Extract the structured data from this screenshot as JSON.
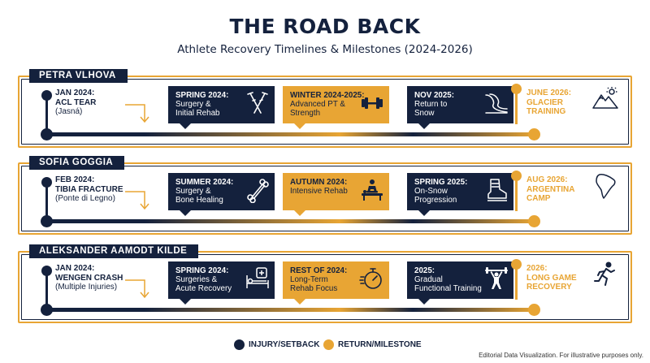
{
  "title": "THE ROAD BACK",
  "subtitle": "Athlete Recovery Timelines & Milestones (2024-2026)",
  "colors": {
    "navy": "#14213d",
    "gold": "#e8a534"
  },
  "athletes": [
    {
      "name": "PETRA VLHOVA",
      "event": {
        "line1": "JAN 2024:",
        "line2": "ACL TEAR",
        "line3": "(Jasná)"
      },
      "cards": [
        {
          "heading": "SPRING 2024:",
          "text1": "Surgery &",
          "text2": "Initial Rehab",
          "style": "navy",
          "icon": "crutches-icon"
        },
        {
          "heading": "WINTER 2024-2025:",
          "text1": "Advanced PT &",
          "text2": "Strength",
          "style": "gold",
          "icon": "dumbbell-icon"
        },
        {
          "heading": "NOV 2025:",
          "text1": "Return to",
          "text2": "Snow",
          "style": "navy",
          "icon": "ski-slope-icon"
        }
      ],
      "goal": {
        "line1": "JUNE 2026:",
        "line2": "GLACIER",
        "line3": "TRAINING",
        "icon": "mountain-sun-icon"
      }
    },
    {
      "name": "SOFIA GOGGIA",
      "event": {
        "line1": "FEB 2024:",
        "line2": "TIBIA FRACTURE",
        "line3": "(Ponte di Legno)"
      },
      "cards": [
        {
          "heading": "SUMMER 2024:",
          "text1": "Surgery &",
          "text2": "Bone Healing",
          "style": "navy",
          "icon": "bone-icon"
        },
        {
          "heading": "AUTUMN 2024:",
          "text1": "Intensive Rehab",
          "text2": "",
          "style": "gold",
          "icon": "physio-table-icon"
        },
        {
          "heading": "SPRING 2025:",
          "text1": "On-Snow",
          "text2": "Progression",
          "style": "navy",
          "icon": "ski-boot-icon"
        }
      ],
      "goal": {
        "line1": "AUG 2026:",
        "line2": "ARGENTINA",
        "line3": "CAMP",
        "icon": "south-america-map-icon"
      }
    },
    {
      "name": "ALEKSANDER AAMODT KILDE",
      "event": {
        "line1": "JAN 2024:",
        "line2": "WENGEN CRASH",
        "line3": "(Multiple Injuries)"
      },
      "cards": [
        {
          "heading": "SPRING 2024:",
          "text1": "Surgeries &",
          "text2": "Acute Recovery",
          "style": "navy",
          "icon": "hospital-bed-icon"
        },
        {
          "heading": "REST OF 2024:",
          "text1": "Long-Term",
          "text2": "Rehab Focus",
          "style": "gold",
          "icon": "stopwatch-icon"
        },
        {
          "heading": "2025:",
          "text1": "Gradual",
          "text2": "Functional Training",
          "style": "navy",
          "icon": "weightlifter-icon"
        }
      ],
      "goal": {
        "line1": "2026:",
        "line2": "LONG GAME",
        "line3": "RECOVERY",
        "icon": "runner-icon"
      }
    }
  ],
  "legend": [
    {
      "label": "INJURY/SETBACK",
      "color": "#14213d"
    },
    {
      "label": "RETURN/MILESTONE",
      "color": "#e8a534"
    }
  ],
  "footnote": "Editorial Data Visualization. For illustrative purposes only."
}
